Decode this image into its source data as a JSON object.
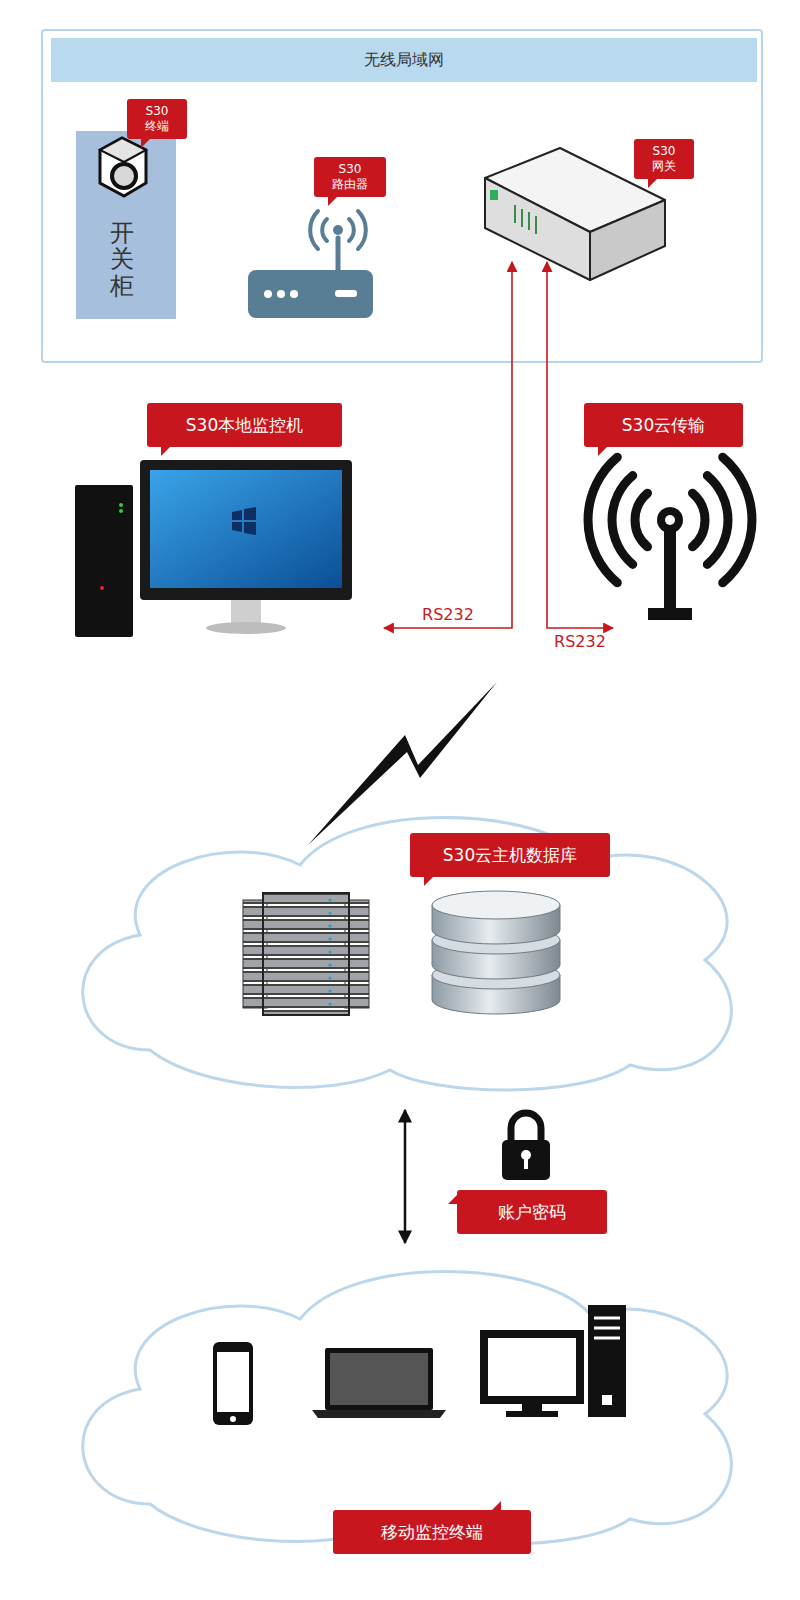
{
  "diagram": {
    "nodes": [
      {
        "text": [
          "无线局域网"
        ]
      },
      {
        "text": [
          "开关柜"
        ],
        "in": 0
      },
      {
        "text": [
          "S30 终端"
        ],
        "in": 1
      },
      {
        "text": [
          "S30 路由器"
        ],
        "in": 0
      },
      {
        "text": [
          "S30 网关"
        ],
        "in": 0
      },
      {
        "text": [
          "S30本地监控机"
        ]
      },
      {
        "text": [
          "S30云传输"
        ]
      },
      {
        "text": [
          "S30云主机数据库"
        ]
      },
      {
        "text": [
          "账户密码"
        ]
      },
      {
        "text": [
          "移动监控终端"
        ]
      }
    ],
    "edges": [
      {
        "from": 4,
        "to": 5,
        "arrow": "both",
        "label": "RS232"
      },
      {
        "from": 4,
        "to": 6,
        "arrow": "both",
        "label": "RS232"
      },
      {
        "from": 7,
        "to": 9,
        "arrow": "both"
      }
    ]
  }
}
